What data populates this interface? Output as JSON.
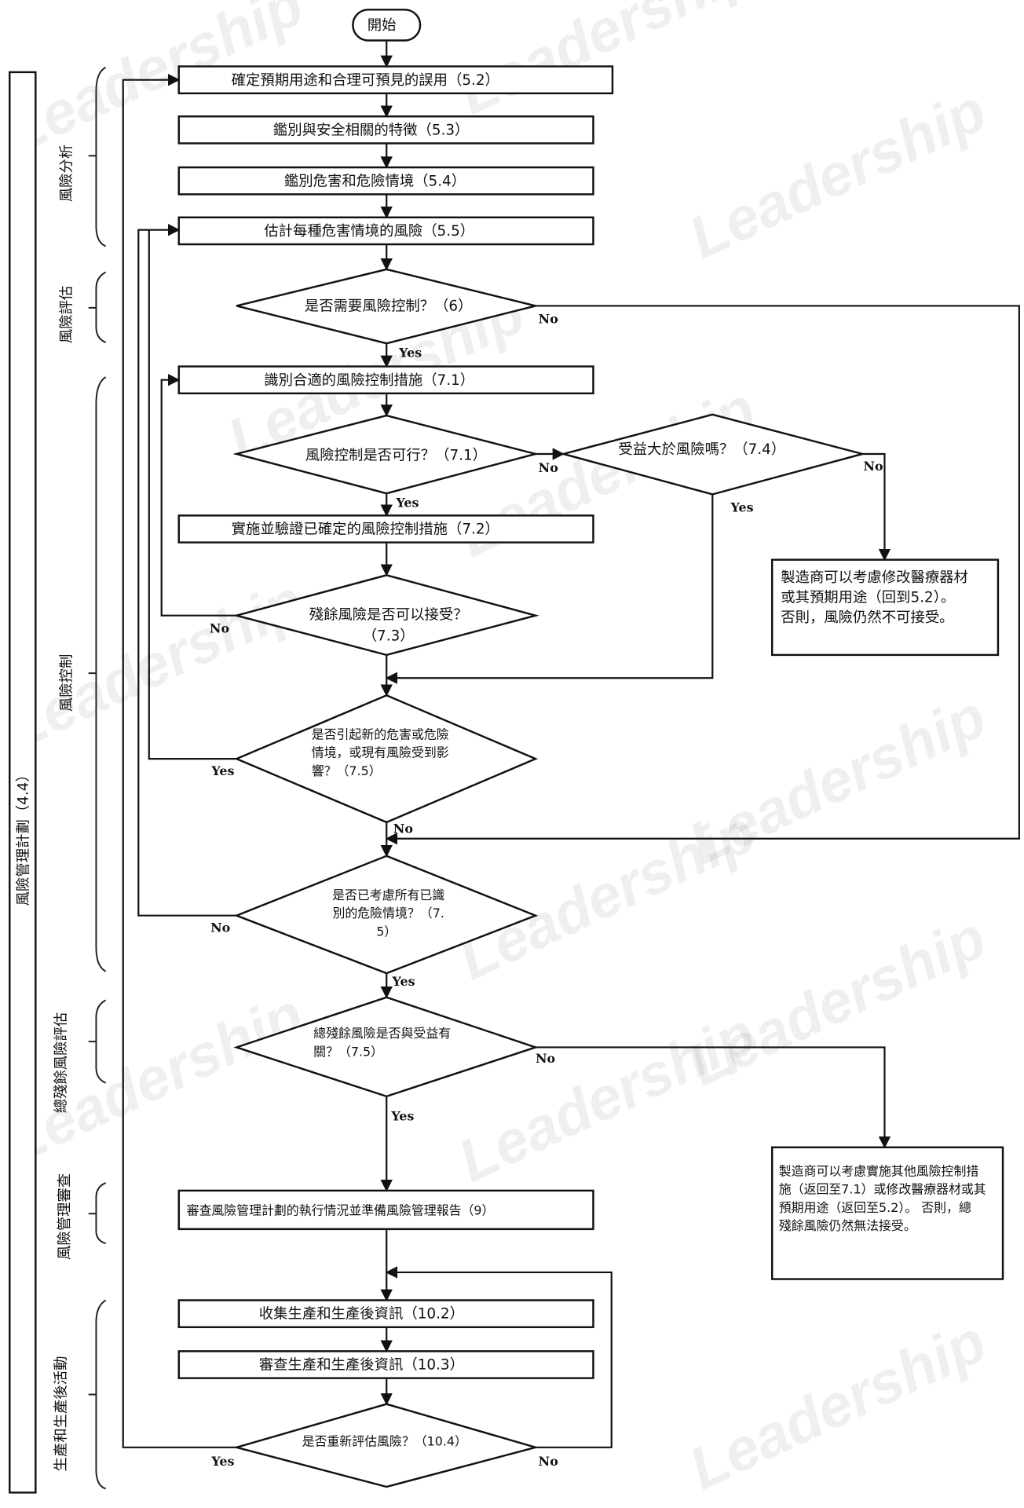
{
  "start": "開始",
  "process": {
    "intended_use": "確定預期用途和合理可預見的誤用（5.2）",
    "safety_chars": "鑑別與安全相關的特徵（5.3）",
    "hazards": "鑑別危害和危險情境（5.4）",
    "estimate": "估計每種危害情境的風險（5.5）",
    "identify_controls": "識別合適的風險控制措施（7.1）",
    "implement": "實施並驗證已確定的風險控制措施（7.2）",
    "review_report": "審查風險管理計劃的執行情況並準備風險管理報告（9）",
    "collect_info": "收集生產和生產後資訊（10.2）",
    "review_info": "審查生產和生產後資訊（10.3）"
  },
  "decisions": {
    "need_control": [
      "是否需要風險控制？（6）"
    ],
    "feasible": [
      "風險控制是否可行？（7.1）"
    ],
    "benefit": [
      "受益大於風險嗎？（7.4）"
    ],
    "residual_ok": [
      "殘餘風險是否可以接受？",
      "（7.3）"
    ],
    "new_hazards": [
      "是否引起新的危害或危險",
      "情境，或現有風險受到影",
      "響？（7.5）"
    ],
    "all_considered": [
      "是否已考慮所有已識",
      "別的危險情境？（7.",
      "5）"
    ],
    "overall_residual": [
      "總殘餘風險是否與受益有",
      "關？（7.5）"
    ],
    "reevaluate": [
      "是否重新評估風險？（10.4）"
    ]
  },
  "notes": {
    "unacceptable": [
      "製造商可以考慮修改醫療器材",
      "或其預期用途（回到5.2）。",
      "否則，風險仍然不可接受。"
    ],
    "overall_unacceptable": [
      "製造商可以考慮實施其他風險控制措",
      "施（返回至7.1）或修改醫療器材或其",
      "預期用途（返回至5.2）。 否則，總",
      "殘餘風險仍然無法接受。"
    ]
  },
  "labels": {
    "yes": "Yes",
    "no": "No"
  },
  "sides": {
    "plan": "風險管理計劃（4.4）",
    "analysis": "風險分析",
    "evaluation": "風險評估",
    "control": "風險控制",
    "overall": "總殘餘風險評估",
    "review": "風險管理審查",
    "production": "生產和生產後活動"
  },
  "watermark": "Leadership"
}
